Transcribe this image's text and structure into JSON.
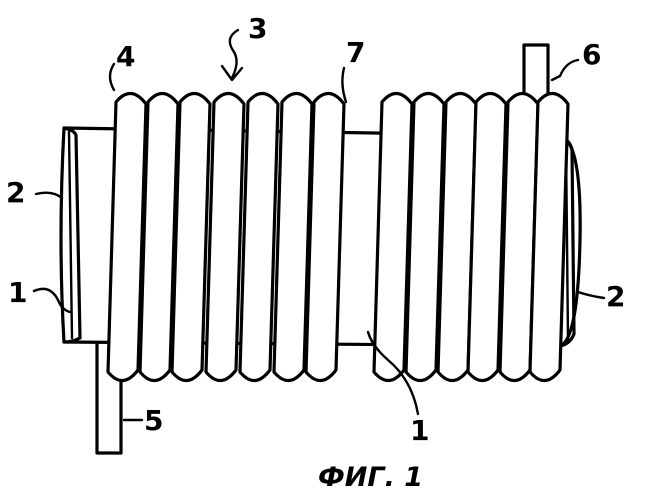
{
  "figure": {
    "caption": "ФИГ. 1",
    "labels": {
      "core_left": "1",
      "core_bottom": "1",
      "end_left": "2",
      "end_right": "2",
      "coil": "3",
      "first_turn": "4",
      "lead_bottom": "5",
      "lead_top": "6",
      "gap": "7"
    }
  }
}
